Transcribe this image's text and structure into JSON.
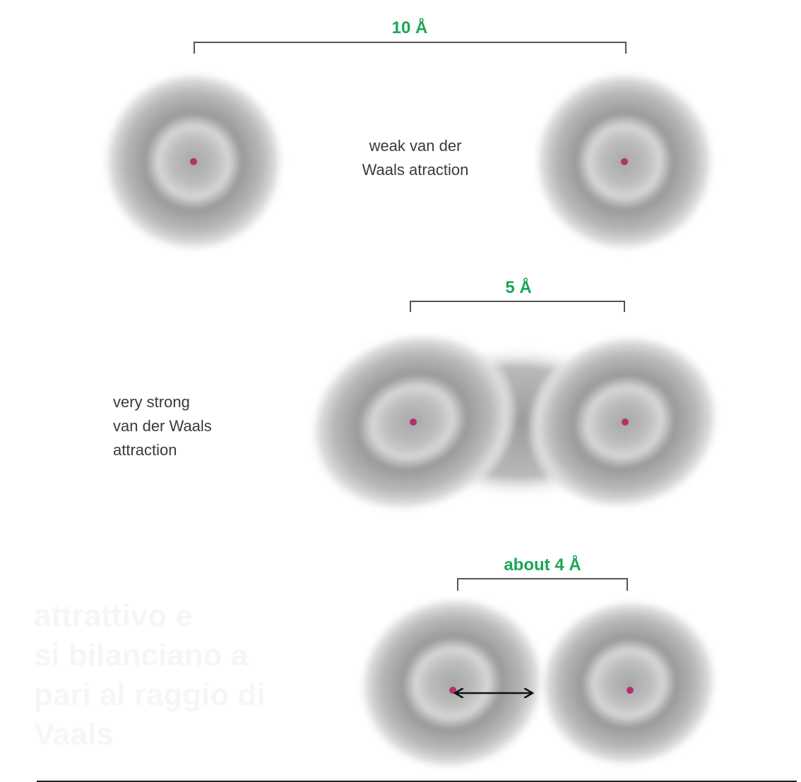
{
  "panels": {
    "top": {
      "distance_label": "10 Å",
      "caption_lines": [
        "weak van der",
        "Waals atraction"
      ]
    },
    "middle": {
      "distance_label": "5 Å",
      "caption_lines": [
        "very strong",
        "van der Waals",
        "attraction"
      ]
    },
    "bottom": {
      "distance_label": "about 4 Å"
    }
  },
  "background_text_lines": [
    "attrattivo e",
    "si bilanciano a",
    "pari al raggio di",
    "Vaals"
  ],
  "colors": {
    "distance_label": "#1aa757",
    "caption": "#3a3a3a",
    "nucleus": "#b0336e",
    "bracket": "#555555",
    "electron_cloud": "#8e8e8e",
    "arrow": "#111111"
  },
  "icons": {
    "nucleus": "magenta-dot",
    "cloud": "gray-radial-gradient",
    "distance_arrow": "double-headed-arrow"
  }
}
